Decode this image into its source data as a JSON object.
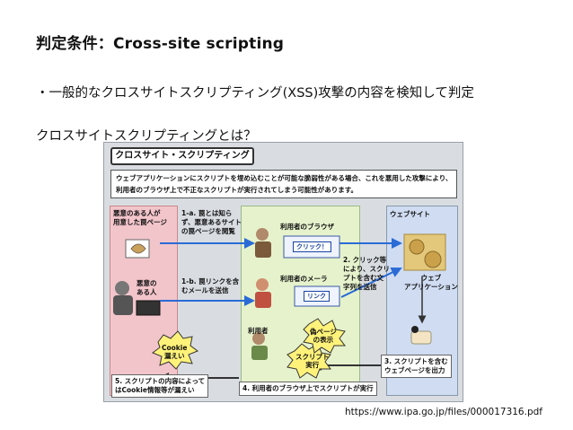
{
  "slide": {
    "title": "判定条件：Cross-site scripting",
    "bullet": "・一般的なクロスサイトスクリプティング(XSS)攻撃の内容を検知して判定",
    "question": "クロスサイトスクリプティングとは？",
    "source": "https://www.ipa.go.jp/files/000017316.pdf"
  },
  "figure": {
    "header": "クロスサイト・スクリプティング",
    "description_lines": [
      "ウェブアプリケーションにスクリプトを埋め込むことが可能な脆弱性がある場合、これを悪用した攻撃により、",
      "利用者のブラウザ上で不正なスクリプトが実行されてしまう可能性があります。"
    ],
    "zones": {
      "attacker_page_label": [
        "悪意のある人が",
        "用意した罠ページ"
      ],
      "attacker_label": [
        "悪意の",
        "ある人"
      ],
      "user_browser_label": "利用者のブラウザ",
      "user_mailer_label": "利用者のメーラ",
      "user_label": "利用者",
      "website_label": "ウェブサイト",
      "webapp_label": [
        "ウェブ",
        "アプリケーション"
      ]
    },
    "buttons": {
      "click": "クリック！",
      "link": "リンク"
    },
    "steps": {
      "s1a": [
        "1-a. 罠とは知ら",
        "ず、悪意あるサイト",
        "の罠ページを閲覧"
      ],
      "s1b": [
        "1-b. 罠リンクを含",
        "むメールを送信"
      ],
      "s2": [
        "2. クリック等",
        "により、スクリ",
        "プトを含む文",
        "字列を送信"
      ],
      "s3": [
        "3. スクリプトを含む",
        "ウェブページを出力"
      ],
      "s4": "4. 利用者のブラウザ上でスクリプトが実行",
      "s5": [
        "5. スクリプトの内容によって",
        "はCookie情報等が漏えい"
      ]
    },
    "bursts": {
      "cookie": [
        "Cookie",
        "漏えい"
      ],
      "script": [
        "スクリプト",
        "実行"
      ],
      "fake": [
        "偽ページ",
        "の表示"
      ]
    }
  }
}
